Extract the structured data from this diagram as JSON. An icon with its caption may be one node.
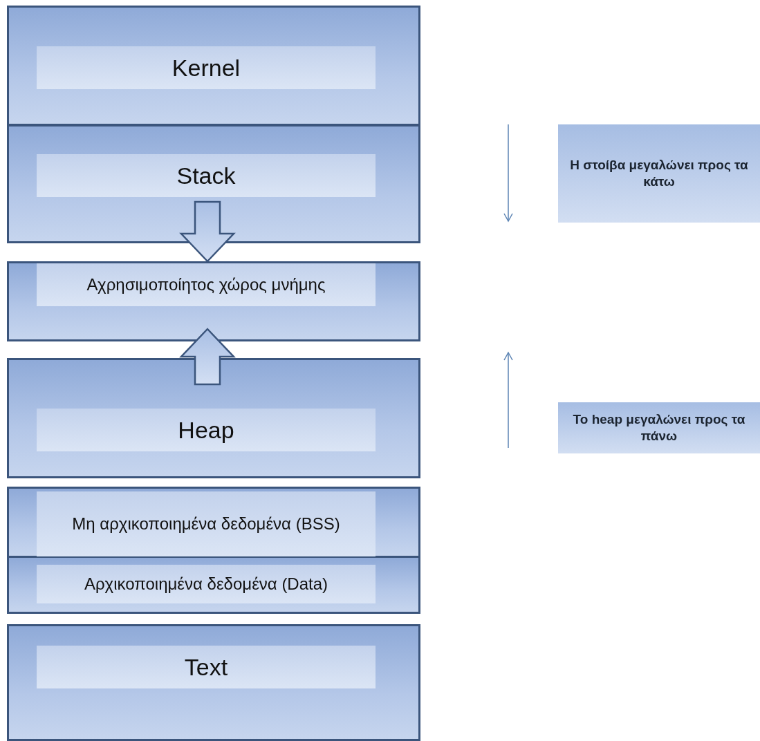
{
  "diagram": {
    "nodes": [
      {
        "text": [
          "Kernel"
        ]
      },
      {
        "text": [
          "Stack"
        ]
      },
      {
        "text": [
          "Αχρησιμοποίητος χώρος μνήμης"
        ]
      },
      {
        "text": [
          "Heap"
        ]
      },
      {
        "text": [
          "Μη αρχικοποιημένα δεδομένα (BSS)"
        ]
      },
      {
        "text": [
          "Αρχικοποιημένα δεδομένα (Data)"
        ]
      },
      {
        "text": [
          "Text"
        ]
      },
      {
        "text": [
          "Η στοίβα μεγαλώνει προς τα κάτω"
        ]
      },
      {
        "text": [
          "Το heap μεγαλώνει προς τα πάνω"
        ]
      }
    ],
    "edges": [
      {
        "from": 1,
        "to": 2,
        "arrow": "to",
        "style": "thick"
      },
      {
        "from": 3,
        "to": 2,
        "arrow": "to",
        "style": "thick"
      }
    ]
  }
}
